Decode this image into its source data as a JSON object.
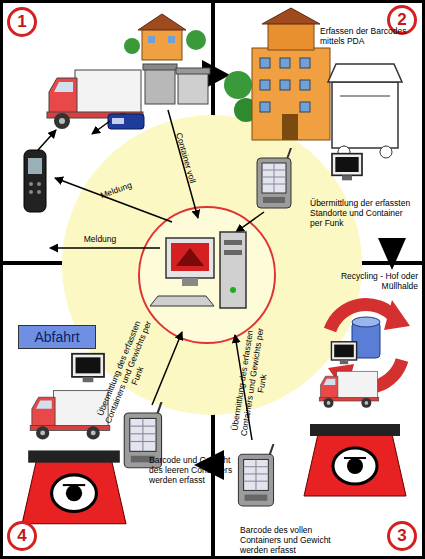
{
  "diagram": {
    "nodes": [
      {
        "text": [
          "1"
        ]
      },
      {
        "text": [
          "2"
        ]
      },
      {
        "text": [
          "Abfahrt"
        ]
      },
      {
        "text": [
          "4"
        ]
      },
      {
        "text": [
          "3"
        ]
      }
    ],
    "labels": [
      "Erfassen der Barcodes mittels PDA",
      "Container voll",
      "Meldung",
      "Übermittlung der erfassten Standorte und Container per Funk",
      "Meldung",
      "Recycling - Hof oder Müllhalde",
      "Übermittlung des erfassten Containers und Gewichts per Funk",
      "Übermittlung des erfassten Containers und Gewichts per Funk",
      "Barcode und Gewicht des leeren Containers werden erfasst",
      "Barcode des vollen Containers und Gewicht werden erfasst"
    ]
  }
}
